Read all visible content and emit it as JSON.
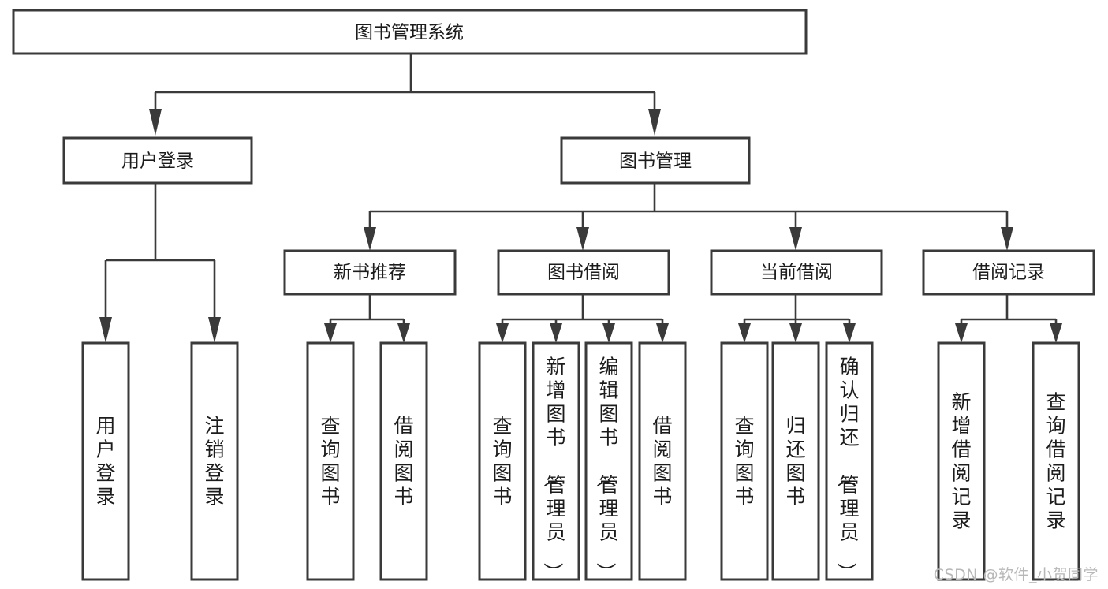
{
  "diagram": {
    "title": "图书管理系统",
    "type": "tree-hierarchy",
    "watermark": "CSDN @软件_小贺同学",
    "colors": {
      "box_stroke": "#3a3a3a",
      "box_fill": "#ffffff",
      "text": "#1c1c1c",
      "connector": "#3a3a3a",
      "watermark": "#b8b8b8",
      "background": "#ffffff"
    },
    "nodes": {
      "root": {
        "label": "图书管理系统",
        "orientation": "horizontal"
      },
      "level2": [
        {
          "id": "user-login",
          "label": "用户登录",
          "orientation": "horizontal"
        },
        {
          "id": "book-management",
          "label": "图书管理",
          "orientation": "horizontal"
        }
      ],
      "level3": [
        {
          "id": "new-book-recommend",
          "label": "新书推荐",
          "orientation": "horizontal"
        },
        {
          "id": "book-borrow",
          "label": "图书借阅",
          "orientation": "horizontal"
        },
        {
          "id": "current-borrow",
          "label": "当前借阅",
          "orientation": "horizontal"
        },
        {
          "id": "borrow-record",
          "label": "借阅记录",
          "orientation": "horizontal"
        }
      ],
      "leaves": {
        "user-login": [
          {
            "id": "leaf-user-login",
            "label": "用户登录",
            "orientation": "vertical"
          },
          {
            "id": "leaf-logout",
            "label": "注销登录",
            "orientation": "vertical"
          }
        ],
        "new-book-recommend": [
          {
            "id": "leaf-query-book-1",
            "label": "查询图书",
            "orientation": "vertical"
          },
          {
            "id": "leaf-borrow-book-1",
            "label": "借阅图书",
            "orientation": "vertical"
          }
        ],
        "book-borrow": [
          {
            "id": "leaf-query-book-2",
            "label": "查询图书",
            "orientation": "vertical"
          },
          {
            "id": "leaf-add-book",
            "label": "新增图书（管理员）",
            "orientation": "vertical"
          },
          {
            "id": "leaf-edit-book",
            "label": "编辑图书（管理员）",
            "orientation": "vertical"
          },
          {
            "id": "leaf-borrow-book-2",
            "label": "借阅图书",
            "orientation": "vertical"
          }
        ],
        "current-borrow": [
          {
            "id": "leaf-query-book-3",
            "label": "查询图书",
            "orientation": "vertical"
          },
          {
            "id": "leaf-return-book",
            "label": "归还图书",
            "orientation": "vertical"
          },
          {
            "id": "leaf-confirm-return",
            "label": "确认归还（管理员）",
            "orientation": "vertical"
          }
        ],
        "borrow-record": [
          {
            "id": "leaf-add-record",
            "label": "新增借阅记录",
            "orientation": "vertical"
          },
          {
            "id": "leaf-query-record",
            "label": "查询借阅记录",
            "orientation": "vertical"
          }
        ]
      }
    }
  }
}
